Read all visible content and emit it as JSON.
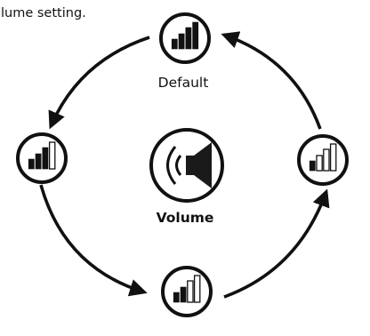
{
  "caption": "lume setting.",
  "center": {
    "label": "Volume",
    "icon": "speaker-sound-icon"
  },
  "states": [
    {
      "id": "default",
      "label": "Default",
      "level": 4,
      "icon": "volume-bars-icon"
    },
    {
      "id": "medium",
      "label": "",
      "level": 3,
      "icon": "volume-bars-icon"
    },
    {
      "id": "low",
      "label": "",
      "level": 2,
      "icon": "volume-bars-icon"
    },
    {
      "id": "lowest",
      "label": "",
      "level": 1,
      "icon": "volume-bars-icon"
    }
  ],
  "colors": {
    "ink": "#111111",
    "speaker": "#1a1a1a",
    "background": "#ffffff"
  }
}
